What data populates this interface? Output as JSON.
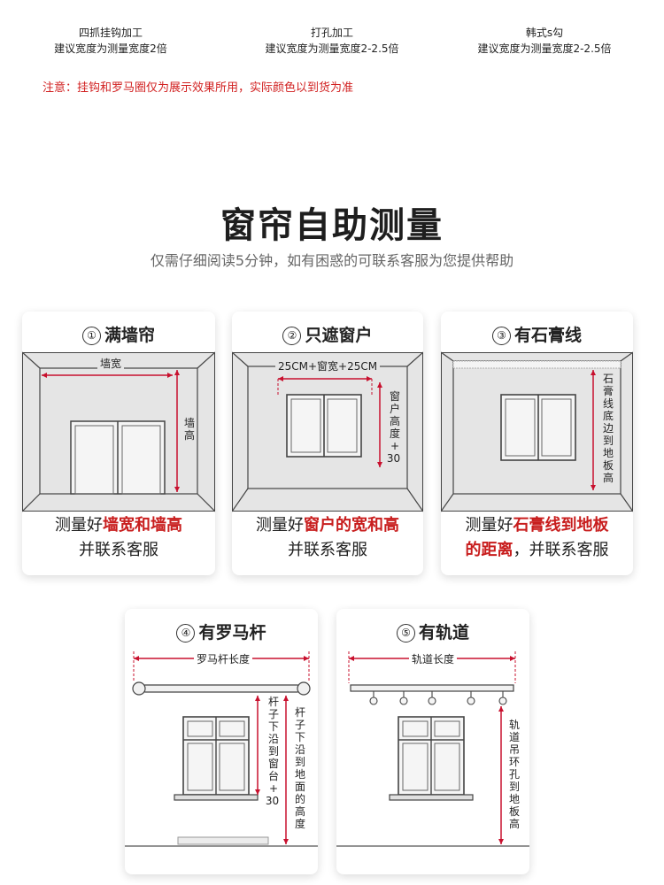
{
  "hooks": [
    {
      "name": "四抓挂钩加工",
      "desc": "建议宽度为测量宽度2倍"
    },
    {
      "name": "打孔加工",
      "desc": "建议宽度为测量宽度2-2.5倍"
    },
    {
      "name": "韩式s勾",
      "desc": "建议宽度为测量宽度2-2.5倍"
    }
  ],
  "note": "注意：挂钩和罗马圈仅为展示效果所用，实际颜色以到货为准",
  "title": "窗帘自助测量",
  "subtitle": "仅需仔细阅读5分钟，如有困惑的可联系客服为您提供帮助",
  "cards": [
    {
      "num": "①",
      "title": "满墙帘",
      "labels": {
        "width": "墙宽",
        "height": [
          "墙",
          "高"
        ]
      },
      "caption": {
        "pre": "测量好",
        "red": "墙宽和墙高",
        "line2": "并联系客服"
      }
    },
    {
      "num": "②",
      "title": "只遮窗户",
      "labels": {
        "width": "25CM+窗宽+25CM",
        "height": [
          "窗",
          "户",
          "高",
          "度",
          "+",
          "30"
        ]
      },
      "caption": {
        "pre": "测量好",
        "red": "窗户的宽和高",
        "line2": "并联系客服"
      }
    },
    {
      "num": "③",
      "title": "有石膏线",
      "labels": {
        "height": [
          "石",
          "膏",
          "线",
          "底",
          "边",
          "到",
          "地",
          "板",
          "高"
        ]
      },
      "caption": {
        "pre": "测量好",
        "red": "石膏线到地板",
        "red2": "的距离",
        "post2": "，并联系客服"
      }
    },
    {
      "num": "④",
      "title": "有罗马杆",
      "labels": {
        "width": "罗马杆长度",
        "height1": [
          "杆",
          "子",
          "下",
          "沿",
          "到",
          "窗",
          "台",
          "+",
          "30"
        ],
        "height2": [
          "杆",
          "子",
          "下",
          "沿",
          "到",
          "地",
          "面",
          "的",
          "高",
          "度"
        ]
      }
    },
    {
      "num": "⑤",
      "title": "有轨道",
      "labels": {
        "width": "轨道长度",
        "height": [
          "轨",
          "道",
          "吊",
          "环",
          "孔",
          "到",
          "地",
          "板",
          "高"
        ]
      }
    }
  ],
  "colors": {
    "accent_red": "#c81d1d",
    "room_gray": "#e5e5e5",
    "measure_red": "#c8102e"
  }
}
